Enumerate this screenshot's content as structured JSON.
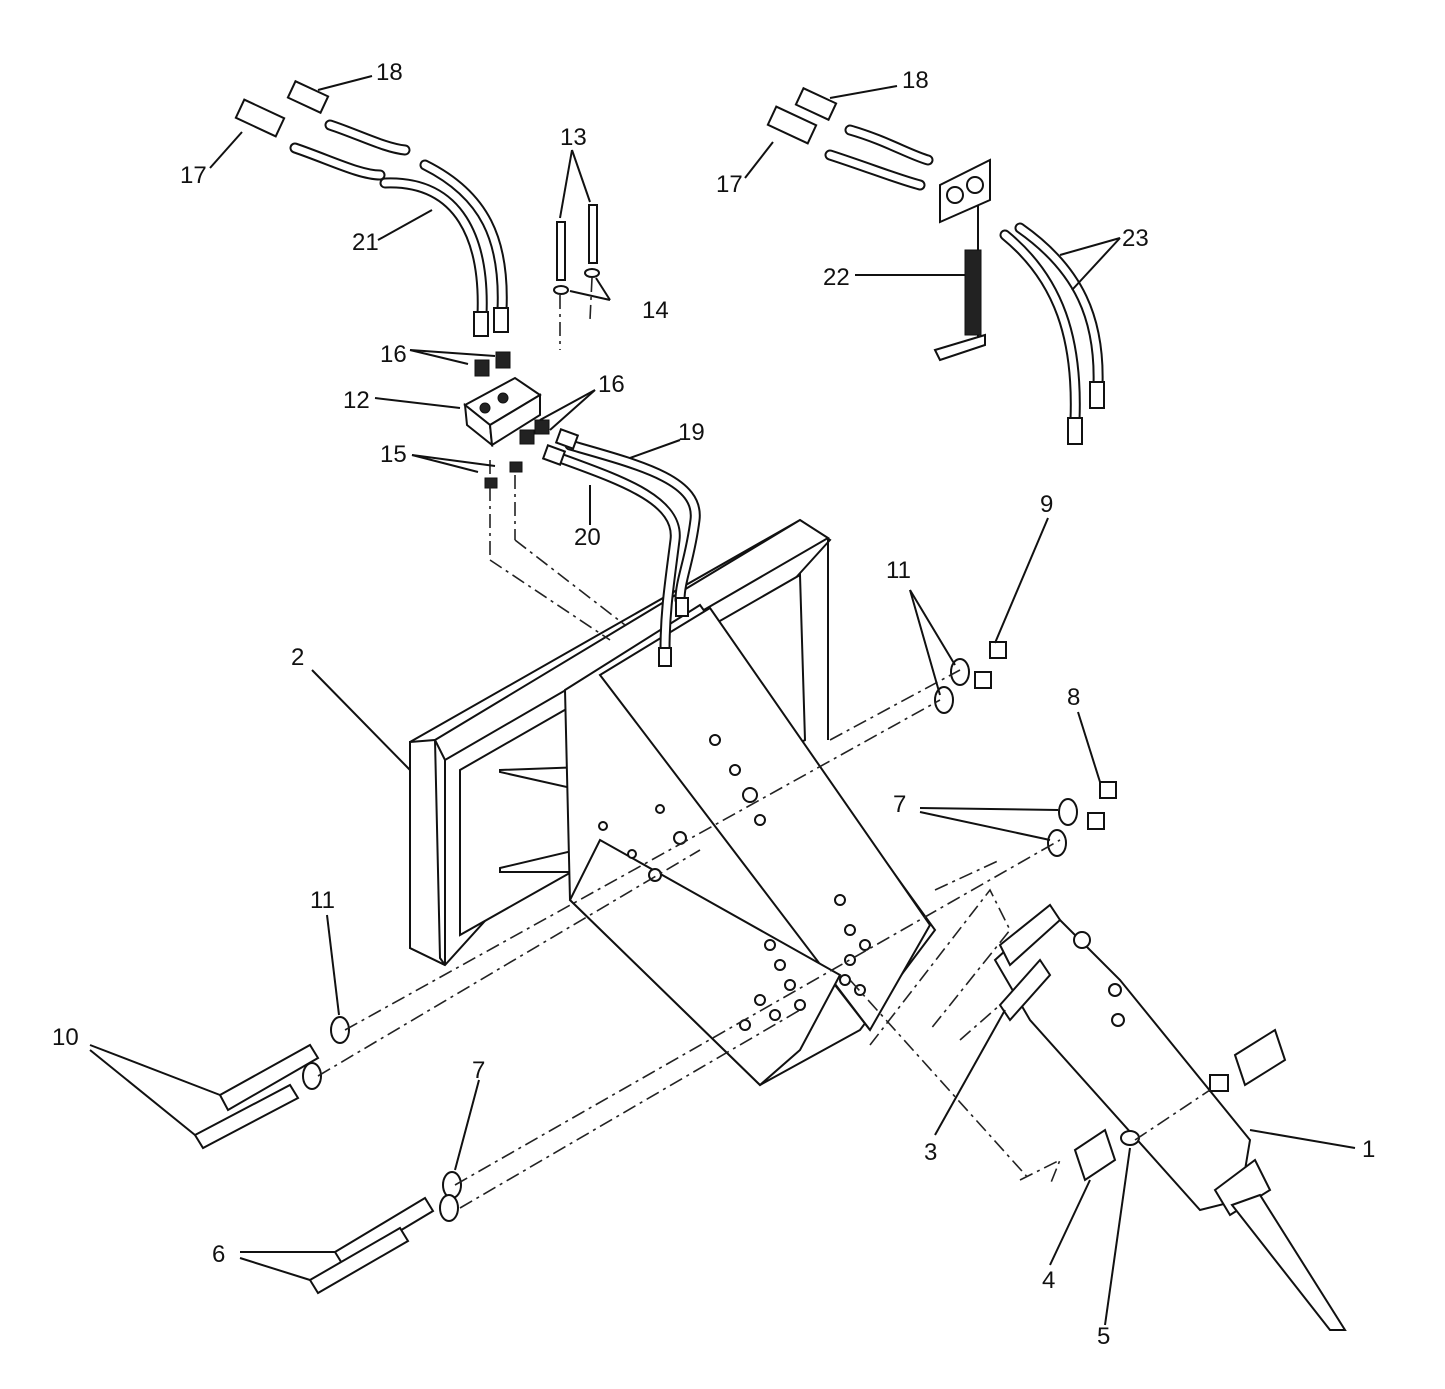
{
  "callouts": {
    "c1": "1",
    "c2": "2",
    "c3": "3",
    "c4": "4",
    "c5": "5",
    "c6": "6",
    "c7a": "7",
    "c7b": "7",
    "c8": "8",
    "c9": "9",
    "c10": "10",
    "c11a": "11",
    "c11b": "11",
    "c12": "12",
    "c13": "13",
    "c14": "14",
    "c15": "15",
    "c16a": "16",
    "c16b": "16",
    "c17a": "17",
    "c17b": "17",
    "c18a": "18",
    "c18b": "18",
    "c19": "19",
    "c20": "20",
    "c21": "21",
    "c22": "22",
    "c23": "23"
  }
}
